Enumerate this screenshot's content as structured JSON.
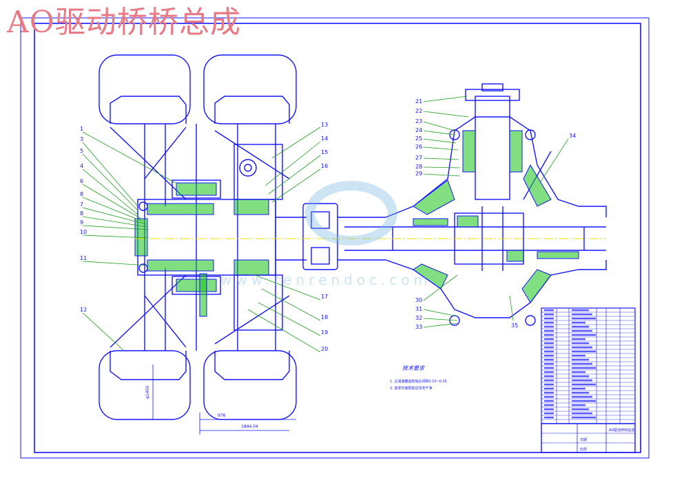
{
  "title": "AO驱动桥桥总成",
  "watermark": "www.renrendoc.com",
  "colors": {
    "line": "#1414ff",
    "hatch": "#19c219",
    "center": "#e7e000",
    "leader": "#1e9a1e",
    "title": "#e87a86",
    "watermark": "#6db1dc"
  },
  "left_labels": [
    "1",
    "3",
    "5",
    "4",
    "6",
    "8",
    "7",
    "8",
    "9",
    "10",
    "11",
    "12"
  ],
  "right_labels_left_view": [
    "13",
    "14",
    "15",
    "16",
    "17",
    "18",
    "19",
    "20"
  ],
  "diff_labels": [
    "21",
    "22",
    "23",
    "24",
    "25",
    "26",
    "27",
    "28",
    "29",
    "30",
    "31",
    "32",
    "33",
    "34",
    "35"
  ],
  "notes": {
    "heading": "技术要求",
    "lines": [
      "1. 主减速器齿轮啮合间隙0.15~0.25",
      "2. 各零件装配前应清洗干净"
    ]
  },
  "dims": [
    "φ1450",
    "976",
    "1844.04"
  ],
  "table": {
    "rows": 28,
    "title_block": [
      "AO驱动桥桥总成",
      "日期",
      "比例"
    ]
  }
}
